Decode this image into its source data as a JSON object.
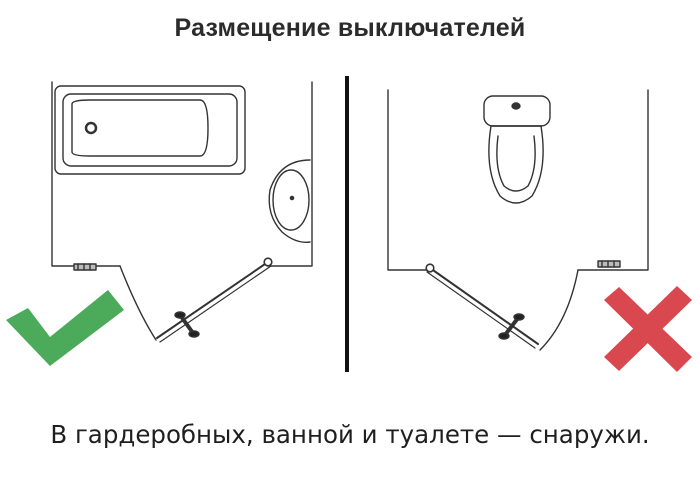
{
  "title": "Размещение выключателей",
  "caption": "В гардеробных, ванной и туалете — снаружи.",
  "panels": [
    {
      "name": "bathroom",
      "verdict": "correct",
      "icon": "check-icon",
      "color": "#4caa5b"
    },
    {
      "name": "toilet",
      "verdict": "wrong",
      "icon": "cross-icon",
      "color": "#d9484f"
    }
  ]
}
